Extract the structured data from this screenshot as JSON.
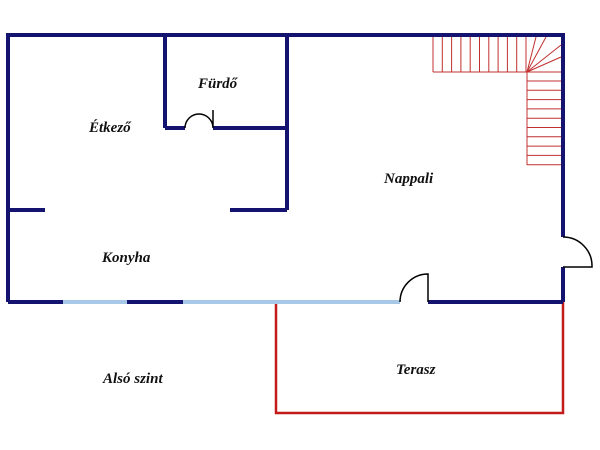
{
  "rooms": {
    "etkezo": "Étkező",
    "furdo": "Fürdő",
    "nappali": "Nappali",
    "konyha": "Konyha",
    "terasz": "Terasz"
  },
  "level_label": "Alsó szint",
  "colors": {
    "wall": "#141470",
    "window": "#a8c8e8",
    "terrace": "#c41a1a",
    "stairs": "#c03030"
  }
}
